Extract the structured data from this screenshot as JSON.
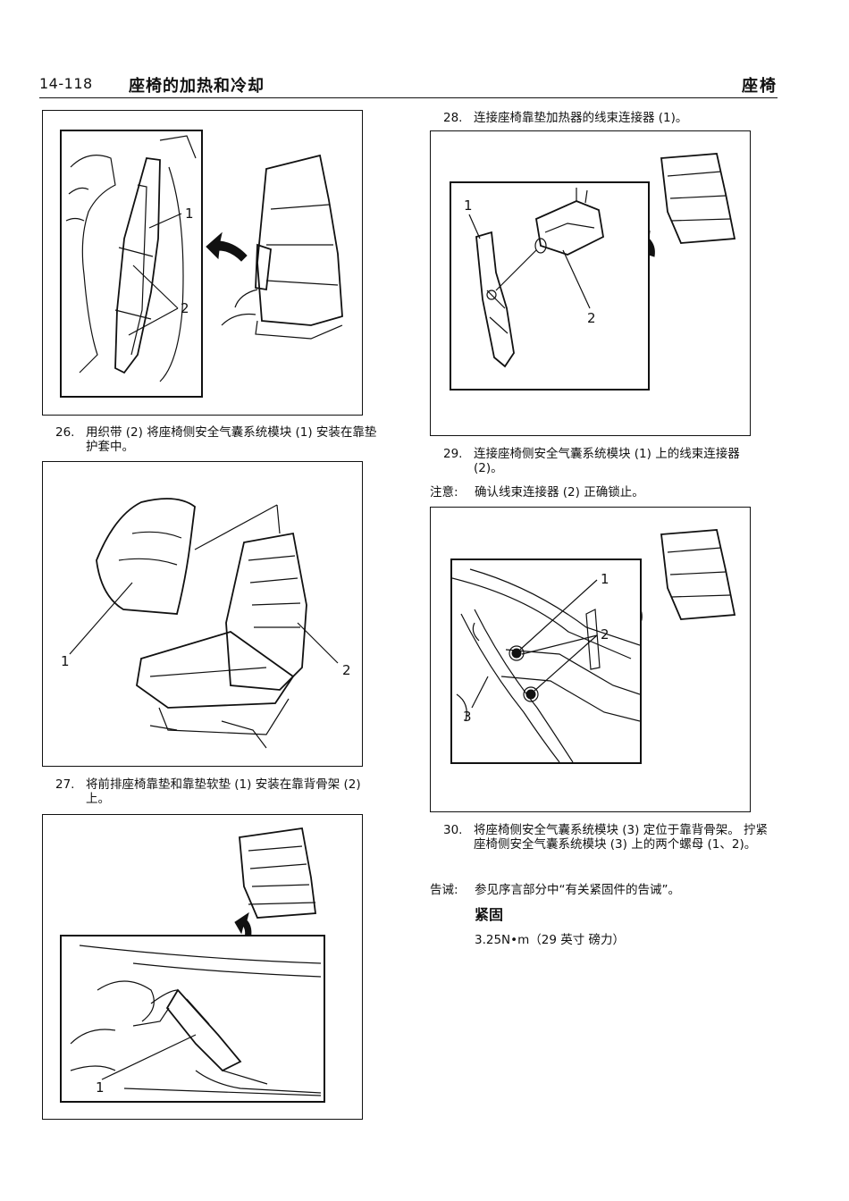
{
  "header": {
    "page_number": "14-118",
    "title": "座椅的加热和冷却",
    "section": "座椅"
  },
  "steps": [
    {
      "num": "26.",
      "text": "用织带 (2) 将座椅侧安全气囊系统模块 (1) 安装在靠垫护套中。"
    },
    {
      "num": "27.",
      "text": "将前排座椅靠垫和靠垫软垫 (1) 安装在靠背骨架 (2) 上。"
    },
    {
      "num": "28.",
      "text": "连接座椅靠垫加热器的线束连接器 (1)。"
    },
    {
      "num": "29.",
      "text": "连接座椅侧安全气囊系统模块 (1) 上的线束连接器 (2)。"
    },
    {
      "num": "30.",
      "text": "将座椅侧安全气囊系统模块 (3) 定位于靠背骨架。 拧紧座椅侧安全气囊系统模块 (3) 上的两个螺母 (1、2)。"
    }
  ],
  "notes": {
    "note": {
      "label": "注意:",
      "text": "确认线束连接器 (2) 正确锁止。"
    },
    "warning": {
      "label": "告诫:",
      "text": "参见序言部分中“有关紧固件的告诫”。"
    }
  },
  "tighten": {
    "heading": "紧固",
    "spec": "3.25N•m（29 英寸 磅力）"
  },
  "figures": {
    "fig1": {
      "callouts": [
        "1",
        "2"
      ]
    },
    "fig2": {
      "callouts": [
        "1",
        "2"
      ]
    },
    "fig3": {
      "callouts": [
        "1"
      ]
    },
    "fig4": {
      "callouts": [
        "1",
        "2"
      ]
    },
    "fig5": {
      "callouts": [
        "1",
        "2",
        "3"
      ]
    }
  }
}
